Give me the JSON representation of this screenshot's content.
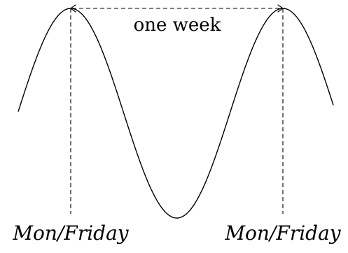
{
  "diagram": {
    "interval_label": "one week",
    "left_day_label": "Mon/Friday",
    "right_day_label": "Mon/Friday",
    "stroke_color": "#000000",
    "background_color": "#ffffff"
  }
}
